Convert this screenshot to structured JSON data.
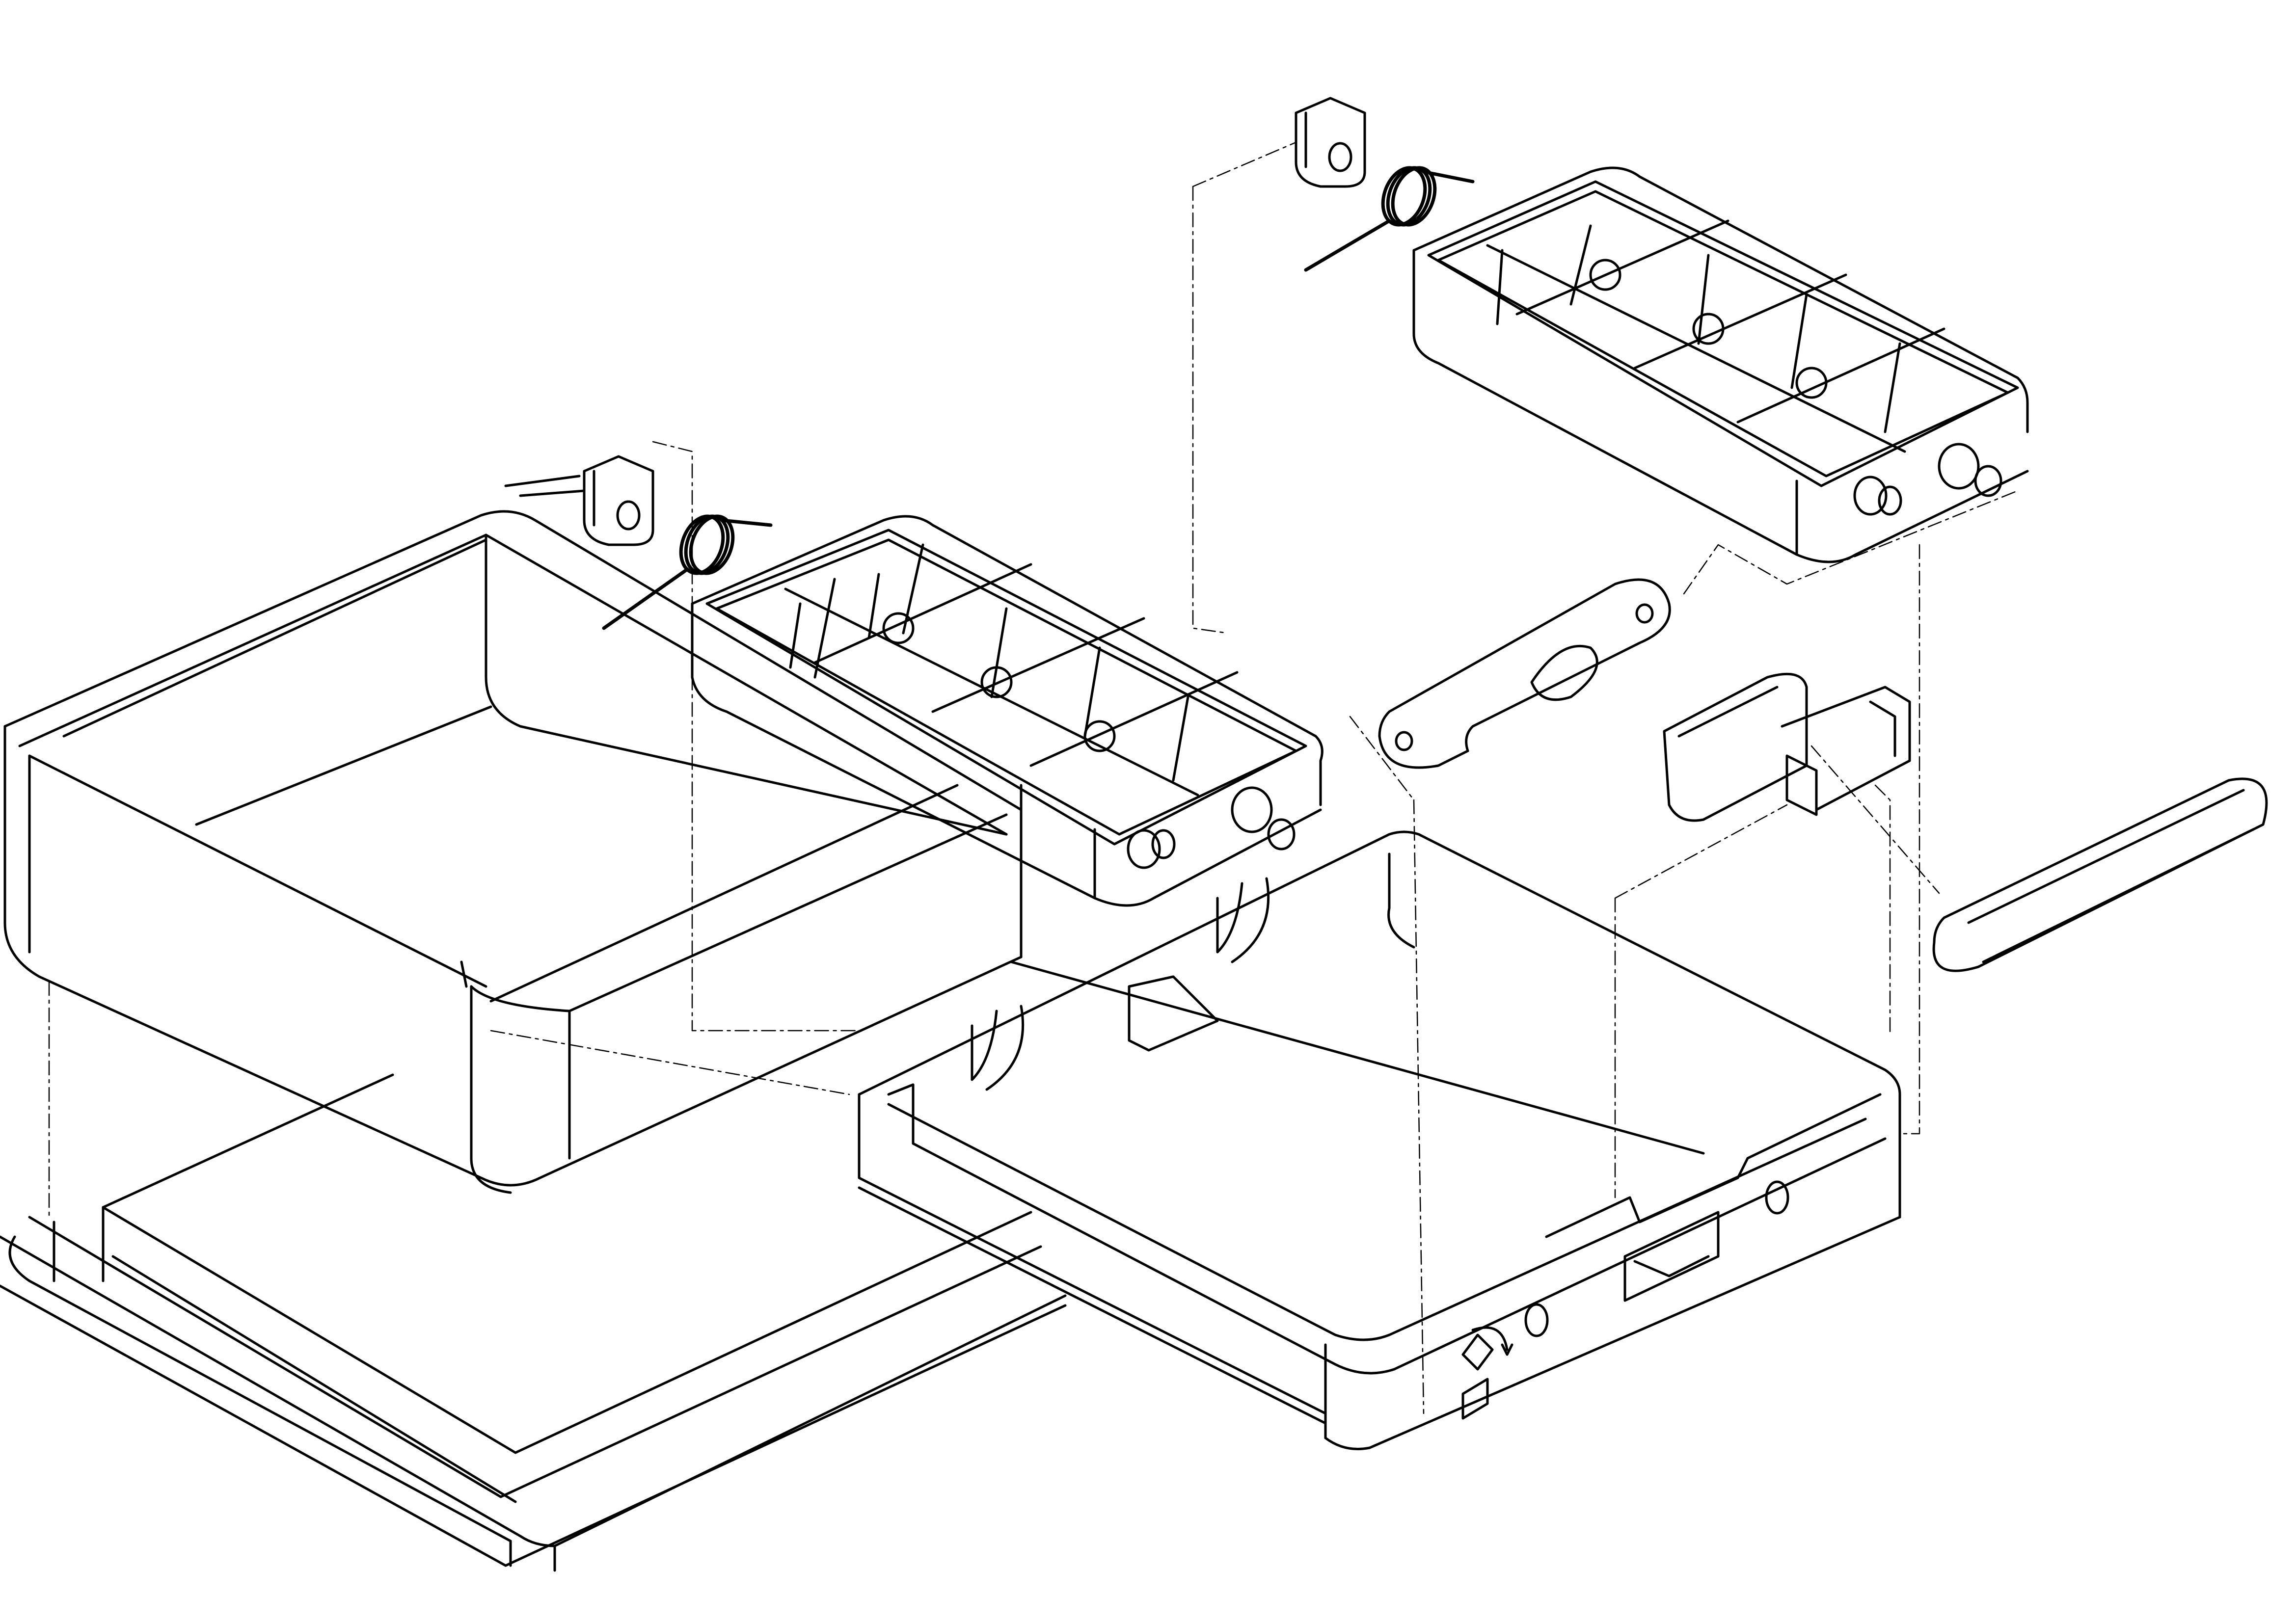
{
  "diagram": {
    "parts": [
      {
        "id": "base-frame",
        "label": ""
      },
      {
        "id": "tray-box",
        "label": ""
      },
      {
        "id": "ice-tray-lower",
        "label": ""
      },
      {
        "id": "ice-tray-upper",
        "label": ""
      },
      {
        "id": "housing-frame",
        "label": ""
      },
      {
        "id": "link-plate",
        "label": ""
      },
      {
        "id": "slider-latch",
        "label": ""
      },
      {
        "id": "handle-bar",
        "label": ""
      },
      {
        "id": "spring-lower",
        "label": ""
      },
      {
        "id": "spring-upper",
        "label": ""
      },
      {
        "id": "bracket-lower",
        "label": ""
      },
      {
        "id": "bracket-upper",
        "label": ""
      }
    ],
    "icons": [
      {
        "name": "rotate-diamond-icon"
      },
      {
        "name": "square-icon"
      }
    ],
    "colors": {
      "line": "#000000",
      "background": "#ffffff"
    }
  }
}
